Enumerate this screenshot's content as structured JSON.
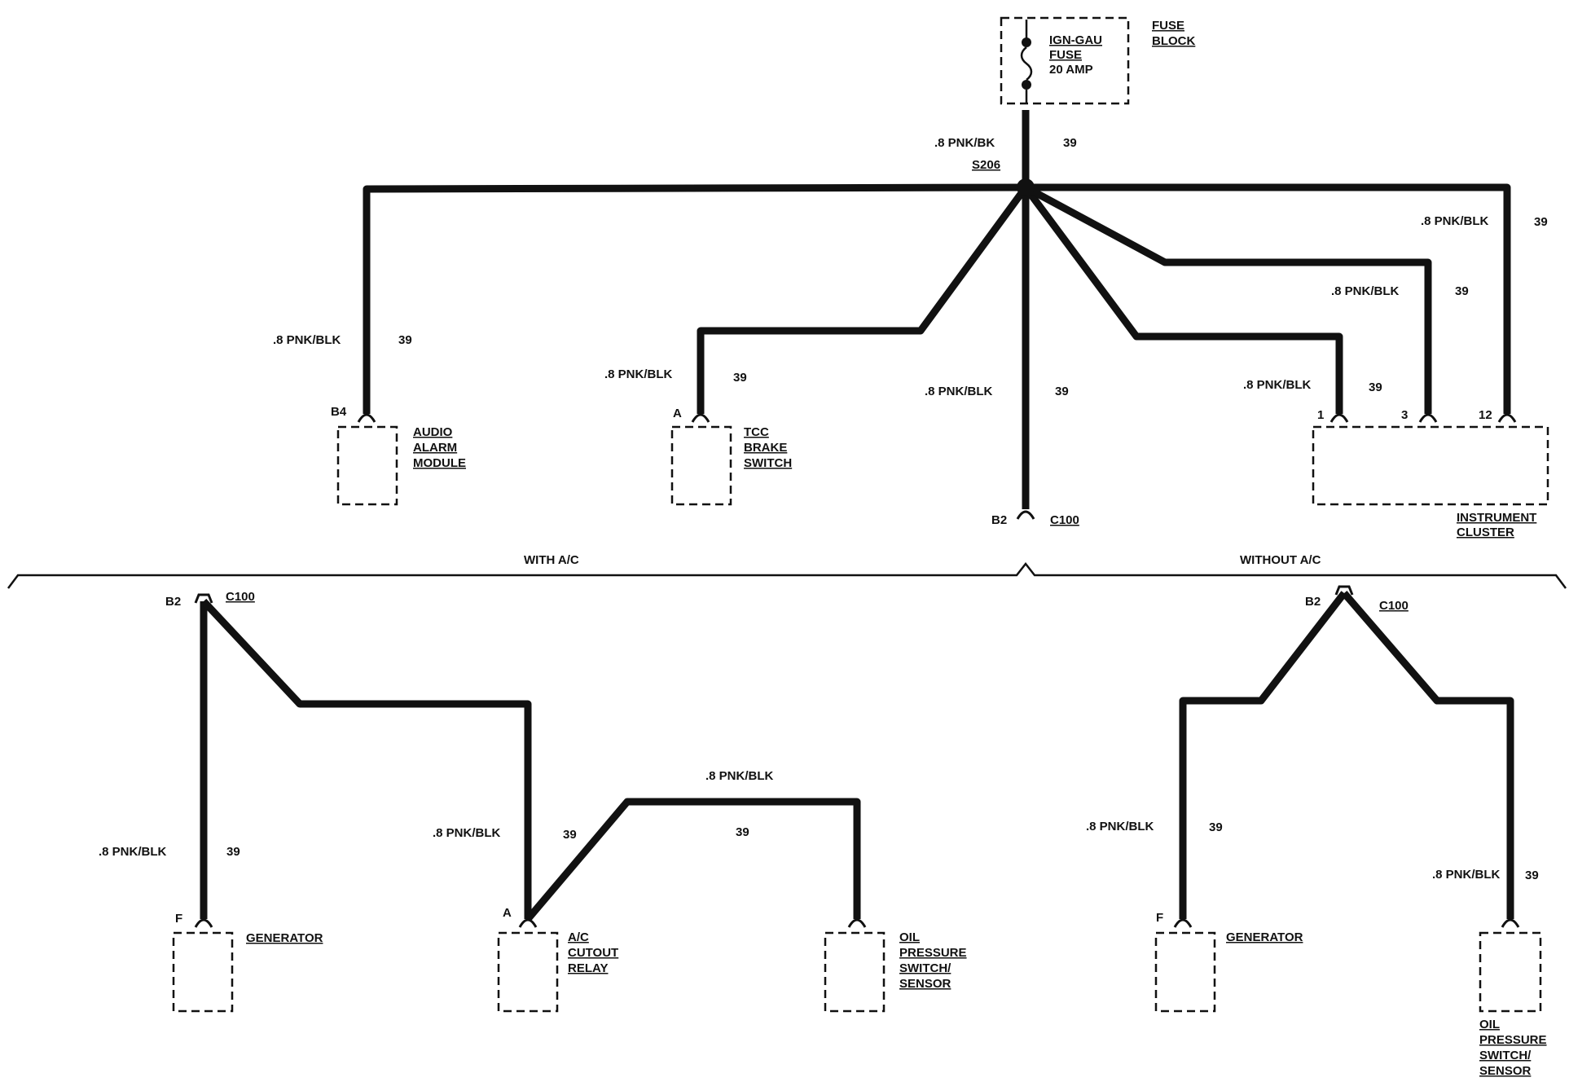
{
  "fuse_block": {
    "title": [
      "FUSE",
      "BLOCK"
    ],
    "fuse_label": [
      "IGN-GAU",
      "FUSE",
      "20 AMP"
    ]
  },
  "splice": {
    "name": "S206"
  },
  "wire_labels": {
    "feed": ".8 PNK/BK",
    "pnk_blk": ".8 PNK/BLK",
    "circuit": "39"
  },
  "top_components": {
    "audio_alarm": {
      "name": [
        "AUDIO",
        "ALARM",
        "MODULE"
      ],
      "pin": "B4"
    },
    "tcc_brake": {
      "name": [
        "TCC",
        "BRAKE",
        "SWITCH"
      ],
      "pin": "A"
    },
    "c100_top": {
      "pin": "B2",
      "connector": "C100"
    },
    "instrument_cluster": {
      "name": [
        "INSTRUMENT",
        "CLUSTER"
      ],
      "pins": [
        "1",
        "3",
        "12"
      ]
    }
  },
  "sections": {
    "with_ac": "WITH A/C",
    "without_ac": "WITHOUT A/C"
  },
  "with_ac": {
    "connector": {
      "pin": "B2",
      "name": "C100"
    },
    "generator": {
      "name": "GENERATOR",
      "pin": "F"
    },
    "ac_cutout": {
      "name": [
        "A/C",
        "CUTOUT",
        "RELAY"
      ],
      "pin": "A"
    },
    "oil_pressure": {
      "name": [
        "OIL",
        "PRESSURE",
        "SWITCH/",
        "SENSOR"
      ]
    }
  },
  "without_ac": {
    "connector": {
      "pin": "B2",
      "name": "C100"
    },
    "generator": {
      "name": "GENERATOR",
      "pin": "F"
    },
    "oil_pressure": {
      "name": [
        "OIL",
        "PRESSURE",
        "SWITCH/",
        "SENSOR"
      ]
    }
  }
}
